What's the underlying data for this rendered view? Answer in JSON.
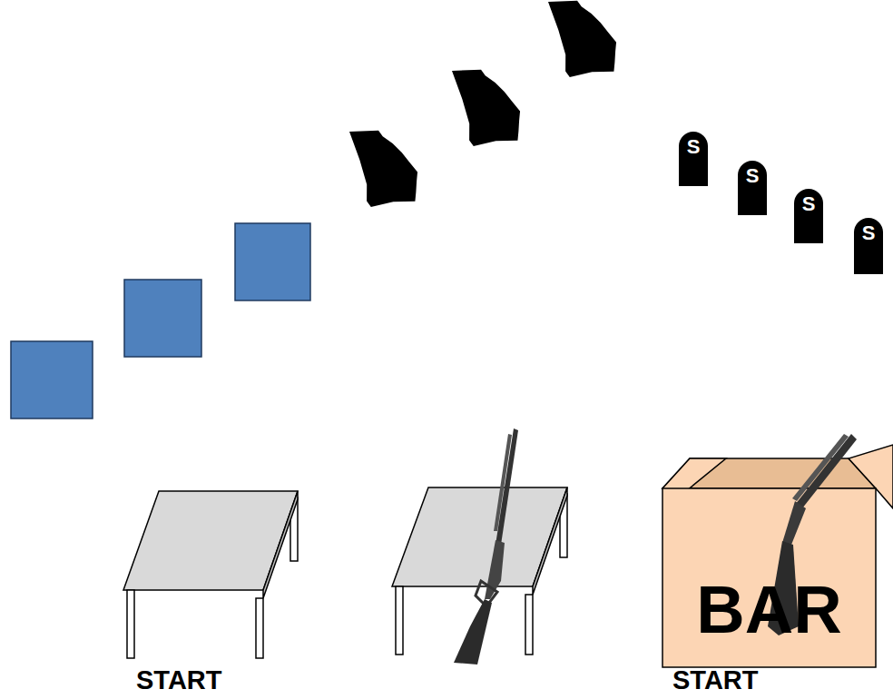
{
  "diagram": {
    "nodes": [
      {
        "text": [
          "BAR"
        ]
      },
      {
        "text": [
          "S"
        ]
      },
      {
        "text": [
          "S"
        ]
      },
      {
        "text": [
          "S"
        ]
      },
      {
        "text": [
          "S"
        ]
      }
    ],
    "edges": [],
    "labels": [
      "START",
      "START"
    ]
  }
}
